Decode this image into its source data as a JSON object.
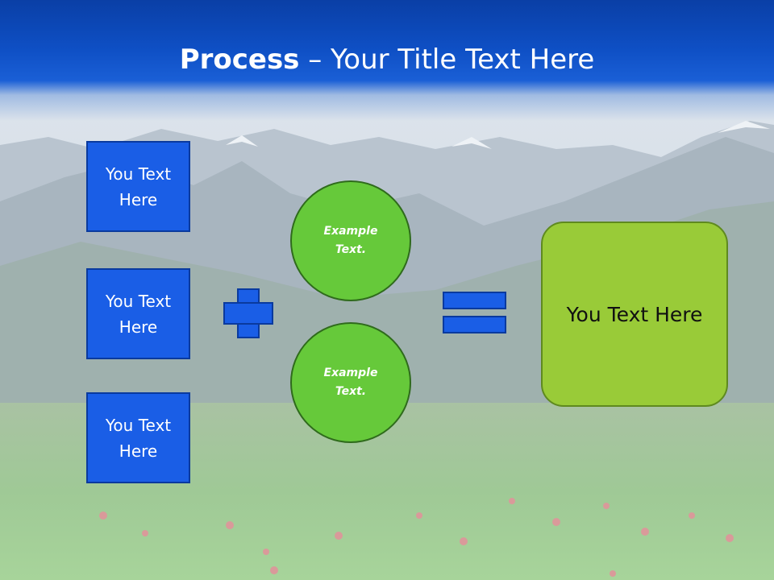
{
  "title": {
    "bold": "Process",
    "rest": " – Your Title Text Here"
  },
  "left_boxes": [
    {
      "line1": "You Text",
      "line2": "Here"
    },
    {
      "line1": "You Text",
      "line2": "Here"
    },
    {
      "line1": "You Text",
      "line2": "Here"
    }
  ],
  "circles": [
    {
      "line1": "Example",
      "line2": "Text."
    },
    {
      "line1": "Example",
      "line2": "Text."
    }
  ],
  "result": {
    "label": "You Text Here"
  },
  "colors": {
    "header_blue": "#0e4fc4",
    "box_blue": "#1a5ee6",
    "circle_green": "#66c93a",
    "result_green": "#99cb38"
  },
  "icons": {
    "plus": "plus-icon",
    "equals": "equals-icon"
  }
}
